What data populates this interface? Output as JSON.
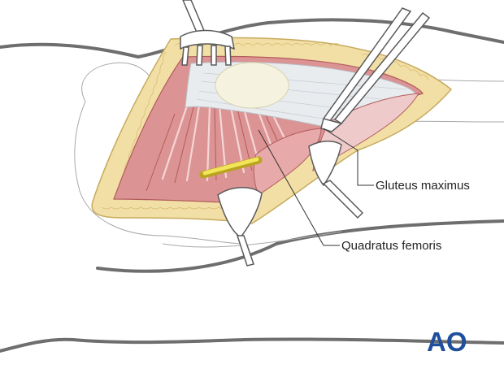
{
  "labels": {
    "gluteus_maximus": "Gluteus maximus",
    "quadratus_femoris": "Quadratus femoris"
  },
  "logo": {
    "text": "AO",
    "color": "#1f4f9c"
  },
  "colors": {
    "outline": "#6e6e6e",
    "fat": "#f2dfa6",
    "fat_stroke": "#c7ab5e",
    "muscle": "#dc9393",
    "muscle_dark": "#b35c5c",
    "tendon": "#e9ecef",
    "nerve": "#e8d84a",
    "instrument": "#ffffff"
  }
}
